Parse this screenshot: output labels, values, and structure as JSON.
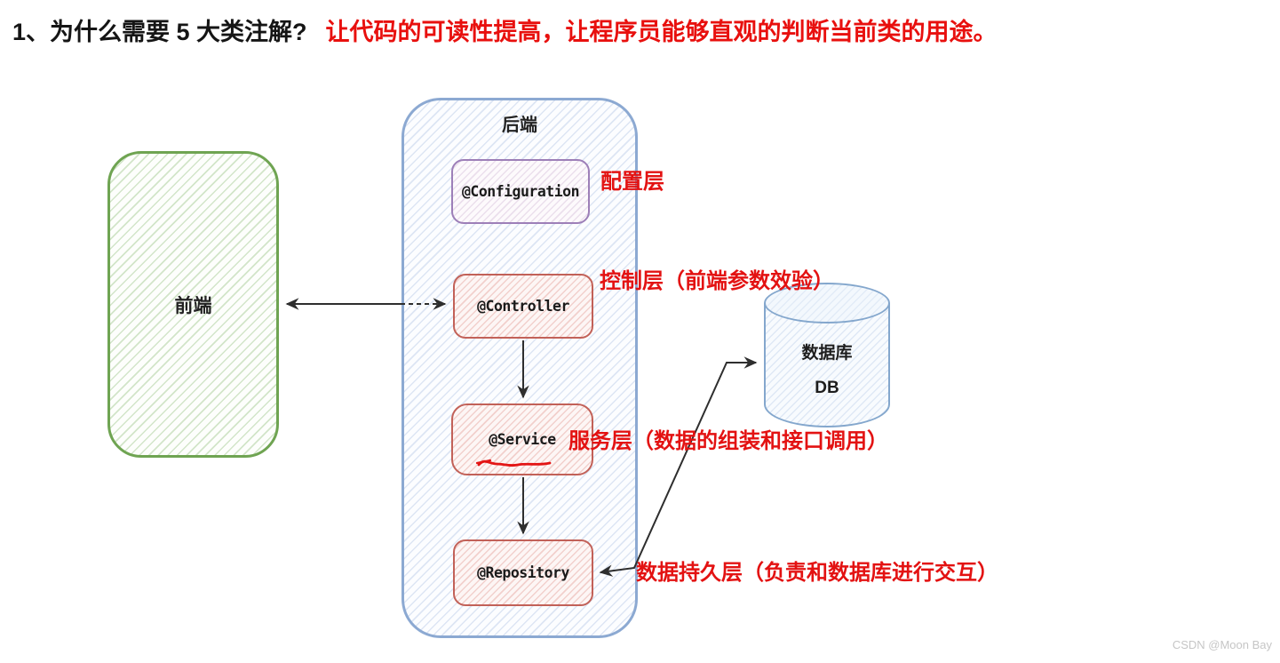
{
  "header": {
    "question": "1、为什么需要 5 大类注解?",
    "answer": "让代码的可读性提高，让程序员能够直观的判断当前类的用途。"
  },
  "diagram": {
    "frontend": {
      "label": "前端"
    },
    "backend": {
      "label": "后端"
    },
    "layers": [
      {
        "id": "configuration",
        "code": "@Configuration",
        "annotation": "配置层"
      },
      {
        "id": "controller",
        "code": "@Controller",
        "annotation": "控制层（前端参数效验）"
      },
      {
        "id": "service",
        "code": "@Service",
        "annotation": "服务层（数据的组装和接口调用）"
      },
      {
        "id": "repository",
        "code": "@Repository",
        "annotation": "数据持久层（负责和数据库进行交互）"
      }
    ],
    "database": {
      "title": "数据库",
      "abbr": "DB"
    }
  },
  "watermark": "CSDN @Moon Bay",
  "colors": {
    "accent_red": "#e31212",
    "title_red": "#e8100e",
    "title_black": "#151515",
    "frontend_green_border": "#6fa452",
    "backend_blue_border": "#8ca9d2",
    "configuration_purple_border": "#9d7fb8",
    "layer_red_border": "#c26158",
    "database_blue_border": "#84a7cd",
    "connector_black": "#2e2e2e",
    "watermark_gray": "#c6c6c6"
  }
}
